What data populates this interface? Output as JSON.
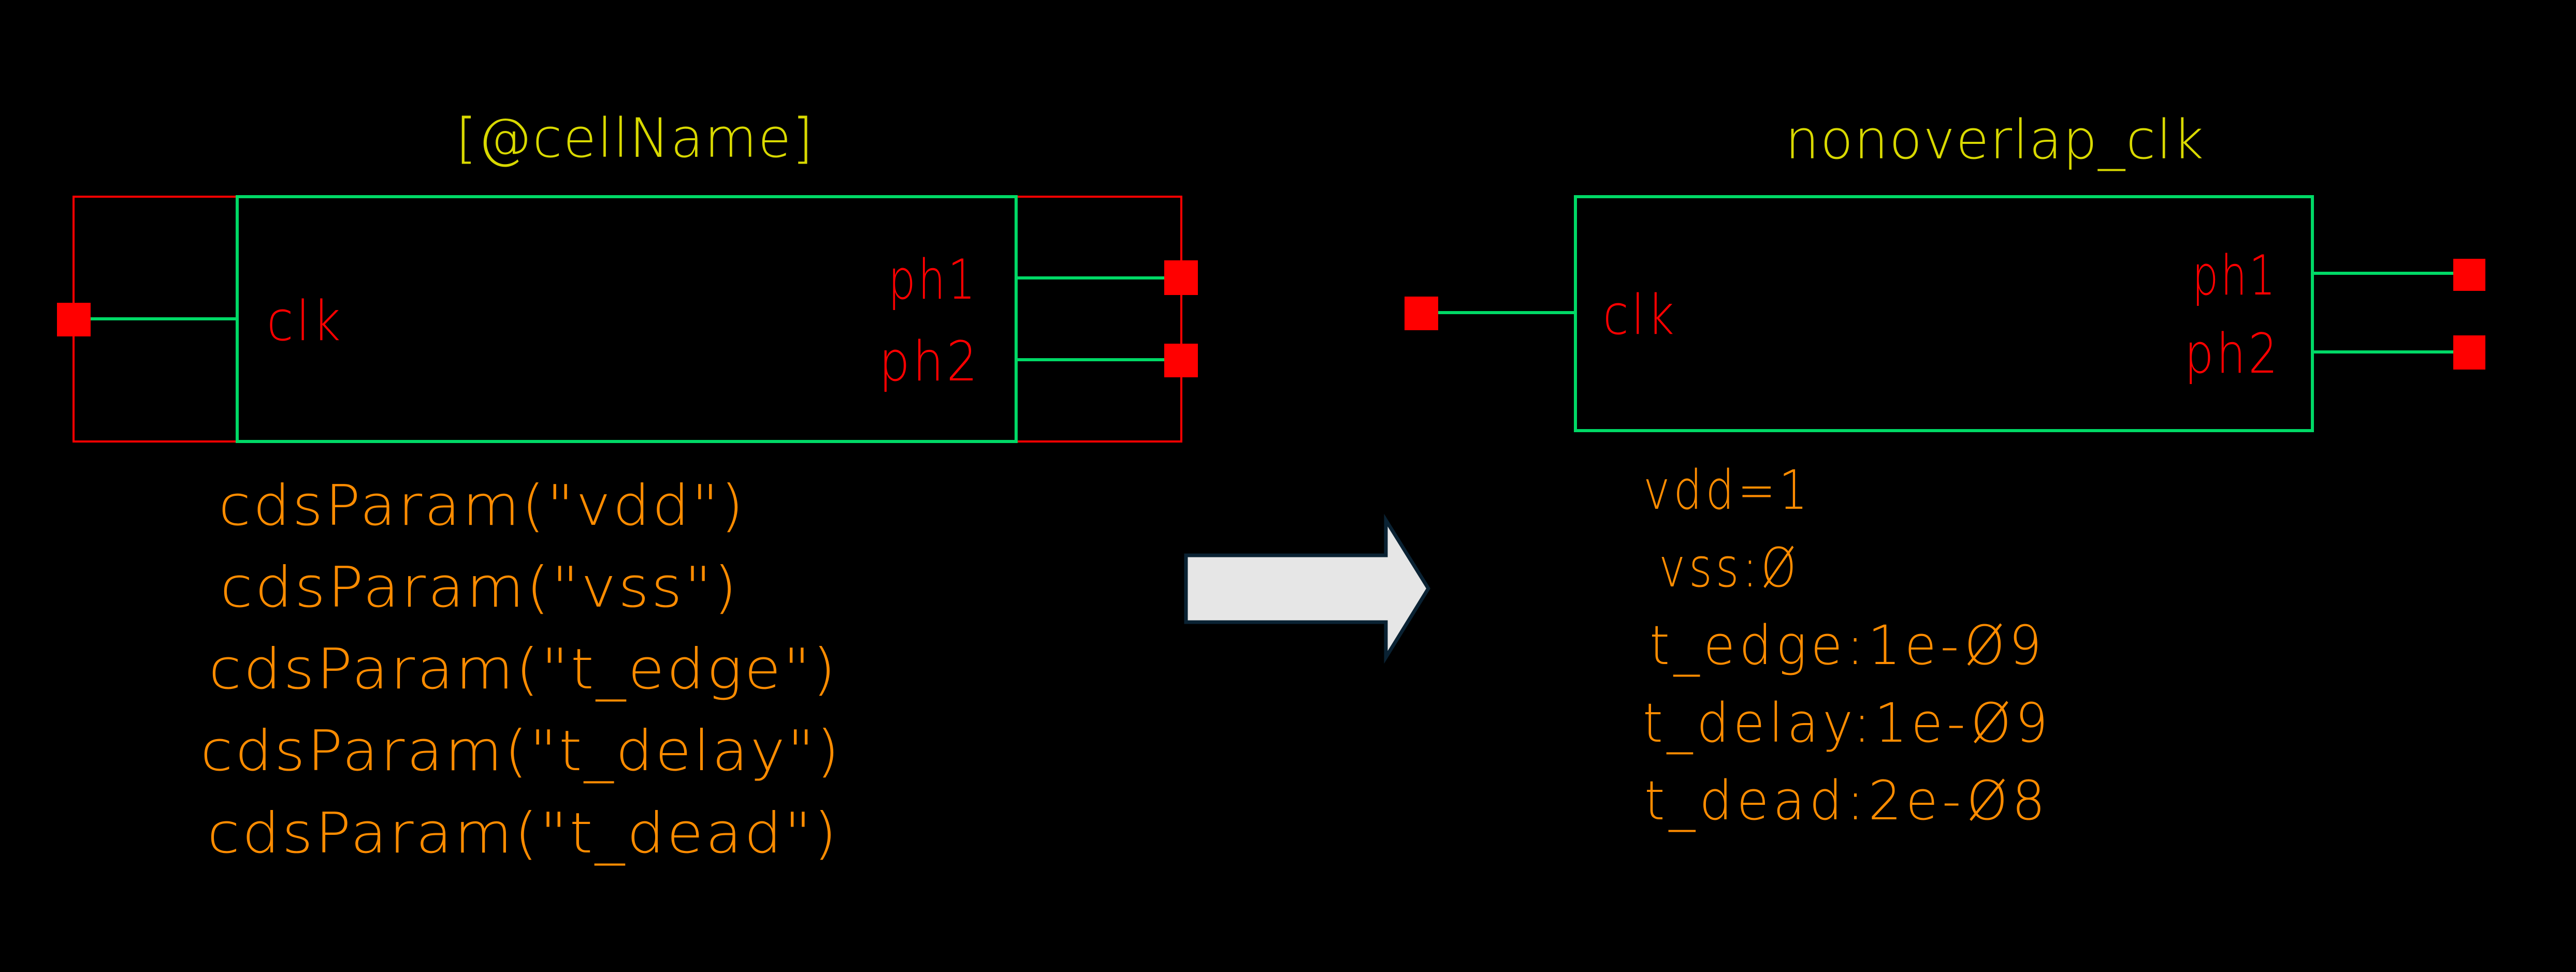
{
  "colors": {
    "background": "#000000",
    "symbol_body": "#00d966",
    "selection_box": "#ff0000",
    "pin": "#ff0000",
    "pin_label": "#ff0000",
    "cell_name": "#d9d900",
    "parameter_text": "#ff8c00",
    "arrow_fill": "#e6e6e6",
    "arrow_border": "#0a2233"
  },
  "template_symbol": {
    "cell_name": "[@cellName]",
    "pins": {
      "input": "clk",
      "output_1": "ph1",
      "output_2": "ph2"
    },
    "parameters": [
      "cdsParam(\"vdd\")",
      "cdsParam(\"vss\")",
      "cdsParam(\"t_edge\")",
      "cdsParam(\"t_delay\")",
      "cdsParam(\"t_dead\")"
    ]
  },
  "arrow": {
    "icon": "right-arrow-icon"
  },
  "instance_symbol": {
    "cell_name": "nonoverlap_clk",
    "pins": {
      "input": "clk",
      "output_1": "ph1",
      "output_2": "ph2"
    },
    "parameters": [
      "vdd=1",
      "vss:Ø",
      "t_edge:1e-Ø9",
      "t_delay:1e-Ø9",
      "t_dead:2e-Ø8"
    ]
  }
}
